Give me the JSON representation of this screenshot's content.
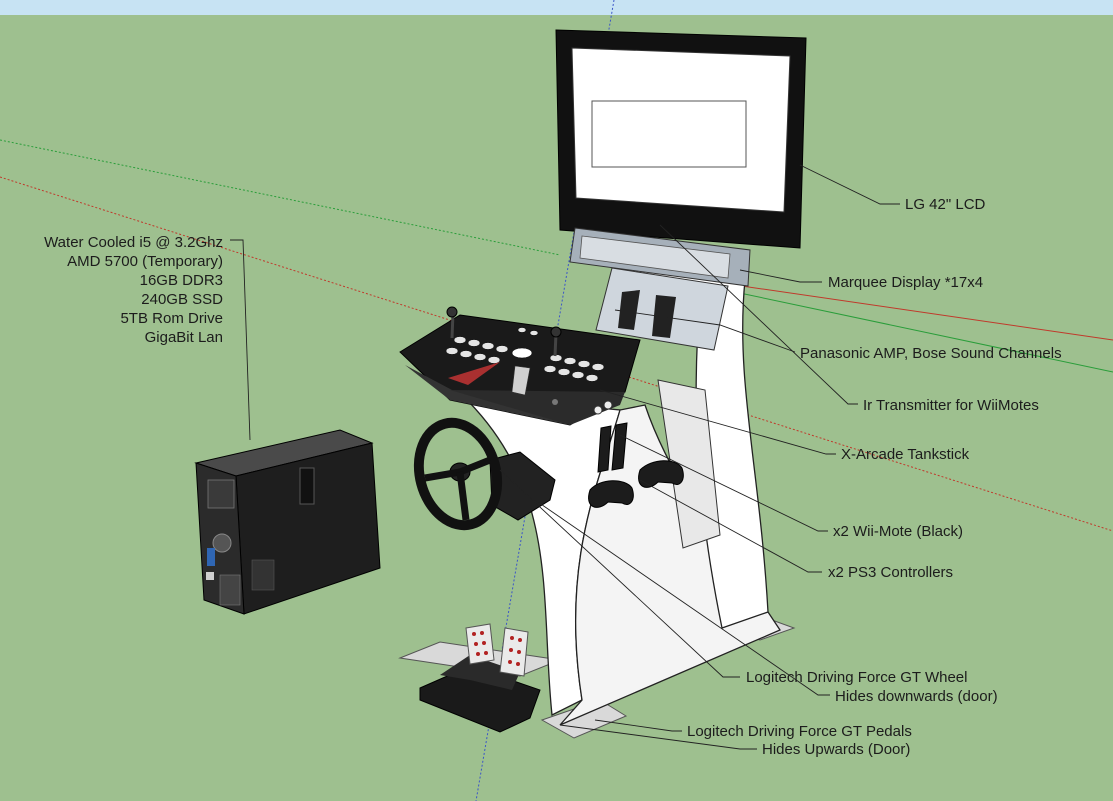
{
  "colors": {
    "background": "#9ec08f",
    "sky": "#c7e3f3",
    "cabinet": "#ffffff",
    "dark": "#1a1a1a",
    "leader": "#222222"
  },
  "labels": {
    "pc_specs": [
      "Water Cooled i5 @ 3.2Ghz",
      "AMD 5700 (Temporary)",
      "16GB DDR3",
      "240GB SSD",
      "5TB Rom Drive",
      "GigaBit Lan"
    ],
    "lcd": "LG 42\" LCD",
    "marquee": "Marquee Display *17x4",
    "amp": "Panasonic AMP, Bose Sound Channels",
    "ir": "Ir Transmitter for WiiMotes",
    "tankstick": "X-Arcade Tankstick",
    "wiimote": "x2 Wii-Mote (Black)",
    "ps3": "x2 PS3 Controllers",
    "wheel_line1": "Logitech Driving Force GT Wheel",
    "wheel_line2": "Hides downwards (door)",
    "pedals_line1": "Logitech Driving Force GT Pedals",
    "pedals_line2": "Hides Upwards (Door)"
  }
}
